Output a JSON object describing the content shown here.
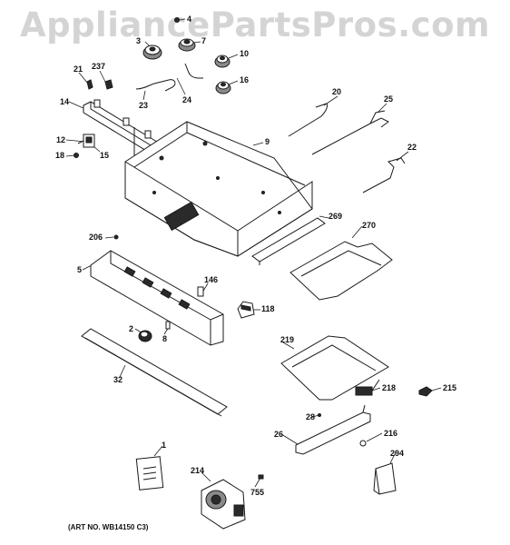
{
  "watermark": "AppliancePartsPros.com",
  "art_number": "(ART NO. WB14150 C3)",
  "callouts": [
    {
      "id": "c4",
      "text": "4"
    },
    {
      "id": "c3",
      "text": "3"
    },
    {
      "id": "c7",
      "text": "7"
    },
    {
      "id": "c10",
      "text": "10"
    },
    {
      "id": "c21",
      "text": "21"
    },
    {
      "id": "c237",
      "text": "237"
    },
    {
      "id": "c24",
      "text": "24"
    },
    {
      "id": "c16",
      "text": "16"
    },
    {
      "id": "c23",
      "text": "23"
    },
    {
      "id": "c14",
      "text": "14"
    },
    {
      "id": "c20",
      "text": "20"
    },
    {
      "id": "c25",
      "text": "25"
    },
    {
      "id": "c9",
      "text": "9"
    },
    {
      "id": "c12",
      "text": "12"
    },
    {
      "id": "c15",
      "text": "15"
    },
    {
      "id": "c18",
      "text": "18"
    },
    {
      "id": "c22",
      "text": "22"
    },
    {
      "id": "c269",
      "text": "269"
    },
    {
      "id": "c270",
      "text": "270"
    },
    {
      "id": "c206",
      "text": "206"
    },
    {
      "id": "c5",
      "text": "5"
    },
    {
      "id": "c146",
      "text": "146"
    },
    {
      "id": "c118",
      "text": "118"
    },
    {
      "id": "c2",
      "text": "2"
    },
    {
      "id": "c8",
      "text": "8"
    },
    {
      "id": "c219",
      "text": "219"
    },
    {
      "id": "c32",
      "text": "32"
    },
    {
      "id": "c218",
      "text": "218"
    },
    {
      "id": "c215",
      "text": "215"
    },
    {
      "id": "c28",
      "text": "28"
    },
    {
      "id": "c26",
      "text": "26"
    },
    {
      "id": "c216",
      "text": "216"
    },
    {
      "id": "c1",
      "text": "1"
    },
    {
      "id": "c294",
      "text": "294"
    },
    {
      "id": "c214",
      "text": "214"
    },
    {
      "id": "c755",
      "text": "755"
    }
  ]
}
